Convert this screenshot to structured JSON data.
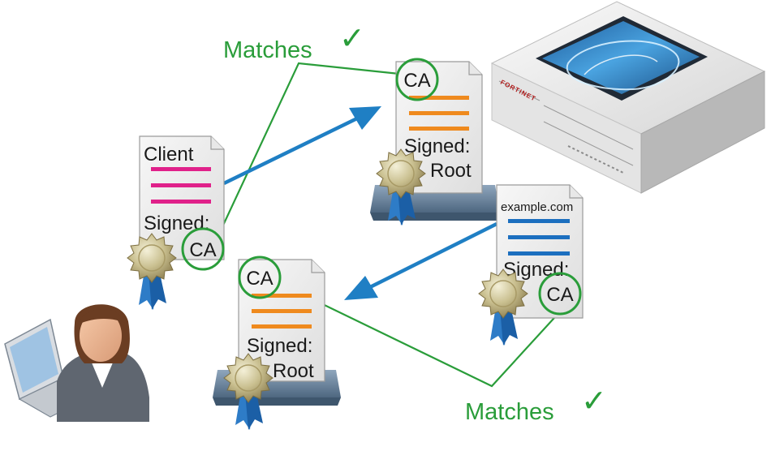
{
  "colors": {
    "match_green": "#2a9d3a",
    "arrow_blue": "#1f7fc4",
    "client_lines": "#e0218a",
    "ca_lines": "#ef8a1e",
    "server_lines": "#1c6fbf"
  },
  "labels": {
    "matches_top": "Matches",
    "matches_bottom": "Matches",
    "check_mark": "✓"
  },
  "client_cert": {
    "title": "Client",
    "signed_label": "Signed:",
    "signer": "CA"
  },
  "ca_cert_top": {
    "title": "CA",
    "signed_label": "Signed:",
    "signer": "Root"
  },
  "server_cert": {
    "title": "example.com",
    "signed_label": "Signed:",
    "signer": "CA"
  },
  "ca_cert_bottom": {
    "title": "CA",
    "signed_label": "Signed:",
    "signer": "Root"
  },
  "appliance": {
    "brand": "FORTINET"
  },
  "icons": [
    "user-at-laptop-icon",
    "firewall-appliance-icon",
    "seal-ribbon-icon",
    "certificate-tray-icon",
    "check-icon"
  ]
}
